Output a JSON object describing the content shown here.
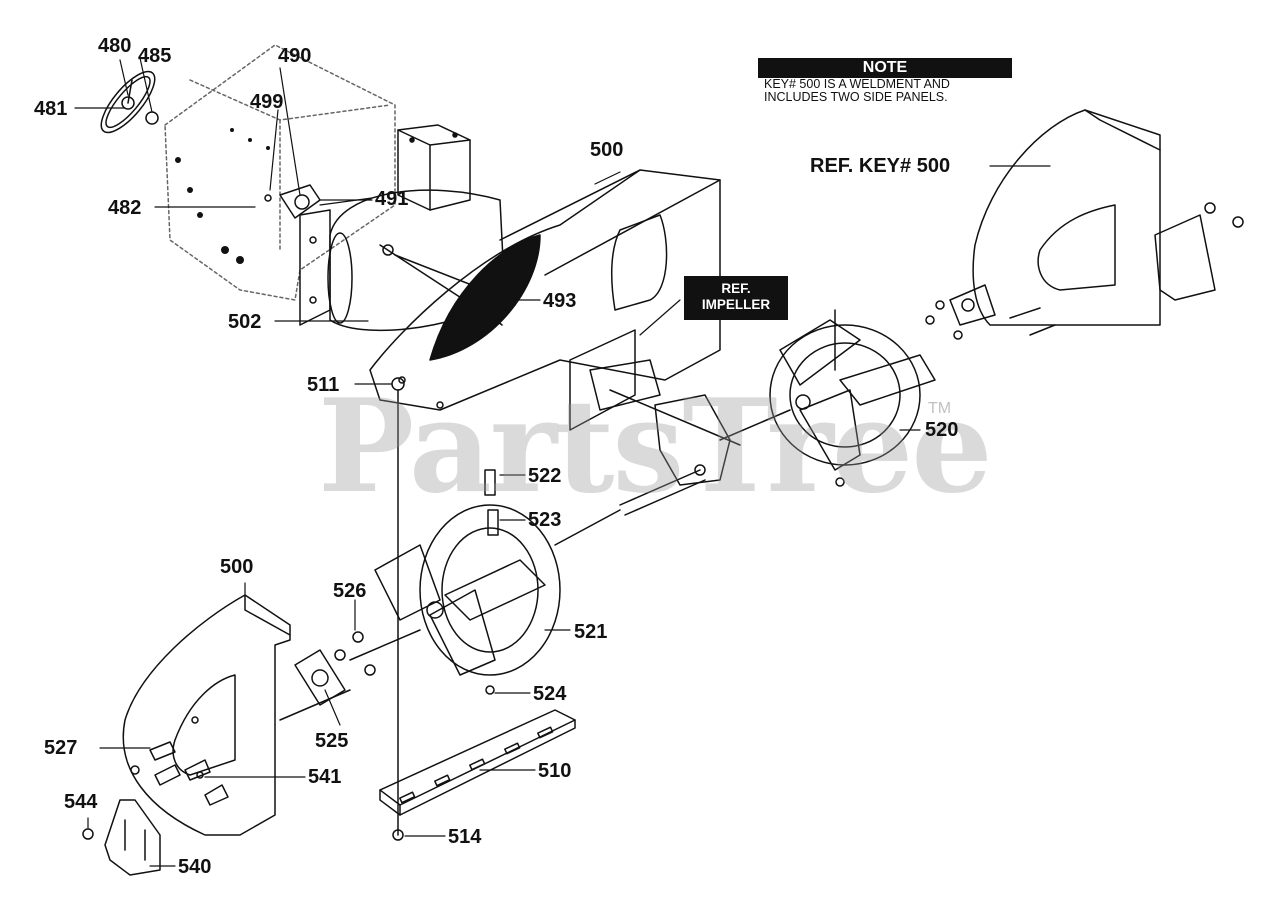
{
  "note": {
    "heading": "NOTE",
    "line1": "KEY# 500 IS A WELDMENT AND",
    "line2": "INCLUDES TWO SIDE PANELS."
  },
  "ref_impeller": {
    "line1": "REF.",
    "line2": "IMPELLER"
  },
  "ref_key": "REF. KEY# 500",
  "watermark": {
    "text": "PartsTree",
    "tm": "TM"
  },
  "parts": {
    "p480": "480",
    "p485": "485",
    "p490": "490",
    "p481": "481",
    "p499": "499",
    "p482": "482",
    "p491": "491",
    "p500a": "500",
    "p493": "493",
    "p502": "502",
    "p511": "511",
    "p520": "520",
    "p522": "522",
    "p523": "523",
    "p500b": "500",
    "p526": "526",
    "p521": "521",
    "p524": "524",
    "p525": "525",
    "p527": "527",
    "p541": "541",
    "p510": "510",
    "p544": "544",
    "p514": "514",
    "p540": "540"
  }
}
